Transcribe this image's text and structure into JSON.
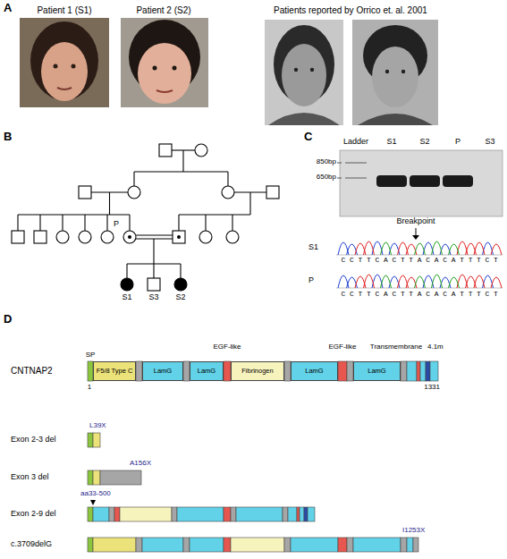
{
  "diagram": {
    "nodes": [
      {
        "text": [
          "F5/8 Type C"
        ]
      },
      {
        "text": [
          "LamG"
        ]
      },
      {
        "text": [
          "LamG"
        ]
      },
      {
        "text": [
          "Fibrinogen"
        ]
      },
      {
        "text": [
          "LamG"
        ]
      },
      {
        "text": [
          "LamG"
        ]
      }
    ],
    "labels": [
      "A",
      "Patient 1 (S1)",
      "Patient 2 (S2)",
      "Patients reported by Orrico et. al. 2001",
      "B",
      "P",
      "S1",
      "S3",
      "S2",
      "C",
      "Ladder",
      "S1",
      "S2",
      "P",
      "S3",
      "850bp",
      "650bp",
      "Breakpoint",
      "S1",
      "C C T T C A C T T A C A C A T T T C T",
      "P",
      "C C T T C A C T T A C A C A T T T C T",
      "D",
      "CNTNAP2",
      "SP",
      "EGF-like",
      "EGF-like",
      "Transmembrane",
      "4.1m",
      "1",
      "1331",
      "Exon 2-3 del",
      "L39X",
      "Exon 3 del",
      "A156X",
      "Exon 2-9 del",
      "aa33-500",
      "c.3709delG",
      "I1253X"
    ]
  }
}
